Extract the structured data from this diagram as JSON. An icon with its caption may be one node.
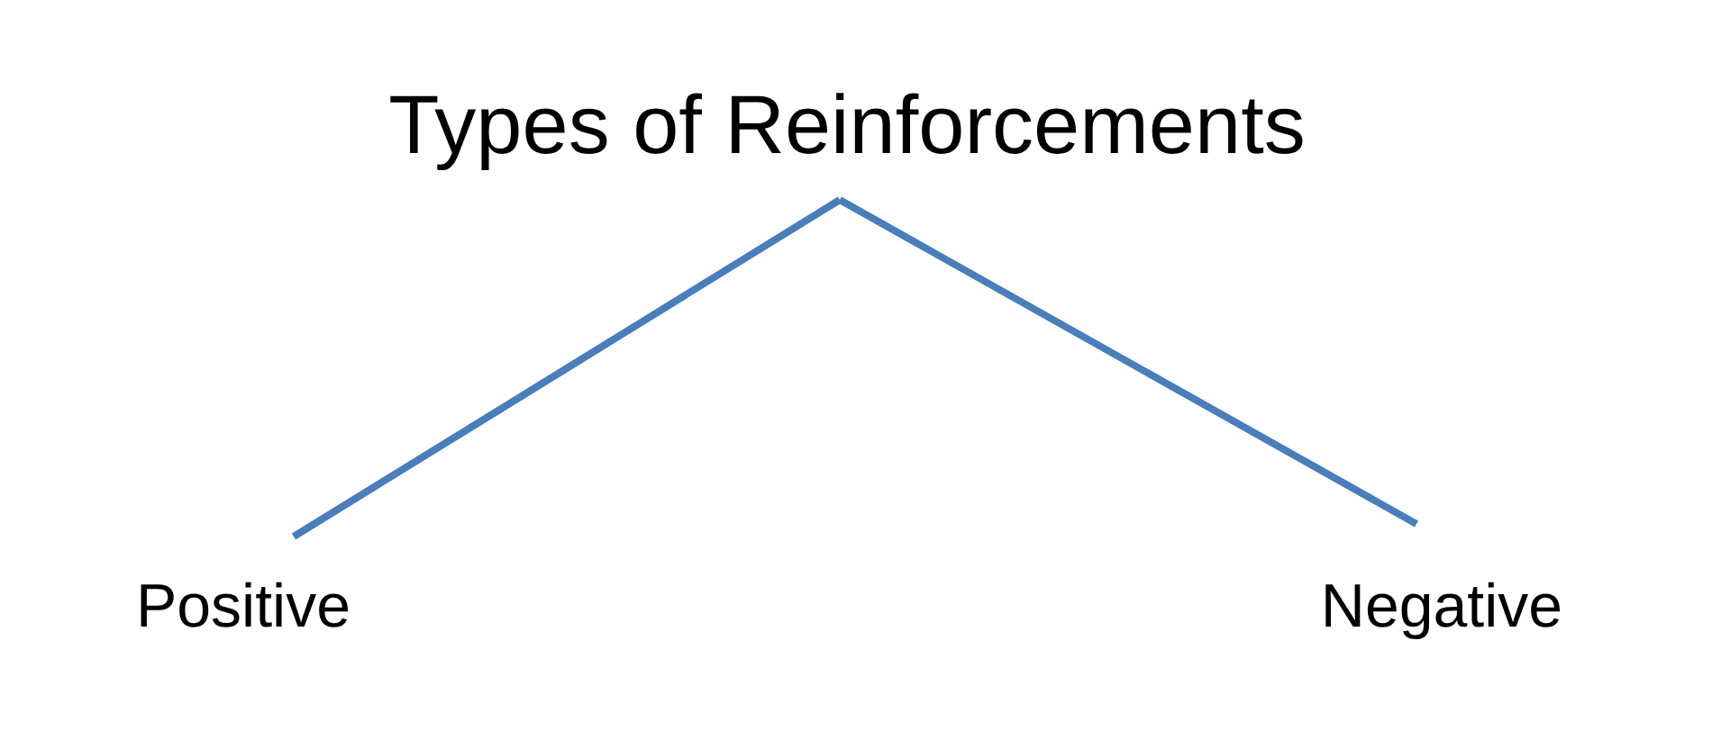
{
  "diagram": {
    "nodes": [
      {
        "text": [
          "Types of Reinforcements"
        ]
      },
      {
        "text": [
          "Positive"
        ]
      },
      {
        "text": [
          "Negative"
        ]
      }
    ],
    "edges": [
      {
        "from": 0,
        "to": 1,
        "arrow": "none"
      },
      {
        "from": 0,
        "to": 2,
        "arrow": "none"
      }
    ]
  }
}
